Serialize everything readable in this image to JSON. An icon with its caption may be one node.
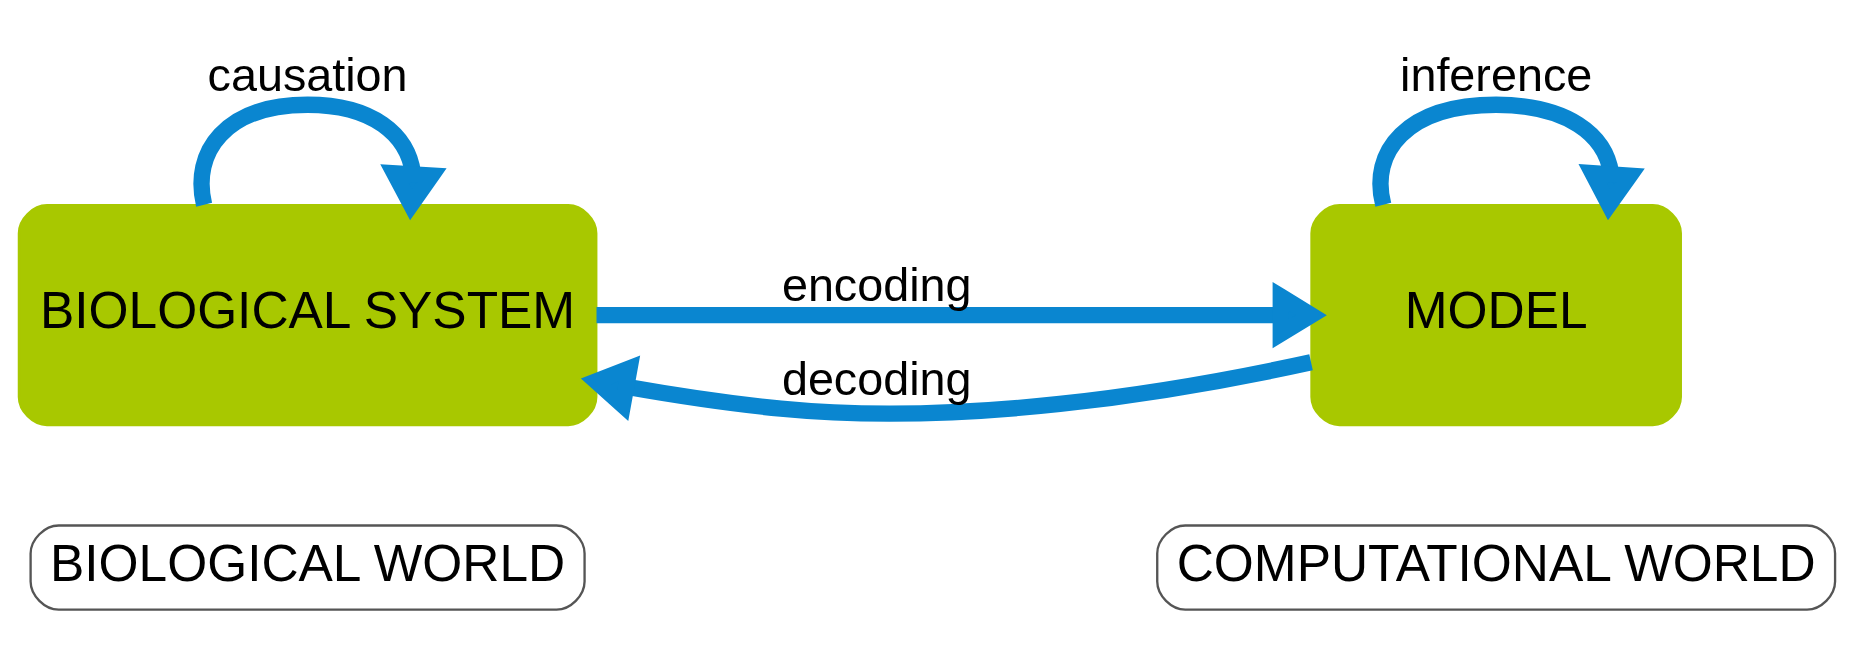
{
  "diagram": {
    "nodes": [
      {
        "text": [
          "BIOLOGICAL WORLD"
        ]
      },
      {
        "text": [
          "COMPUTATIONAL WORLD"
        ]
      },
      {
        "text": [
          "BIOLOGICAL SYSTEM"
        ]
      },
      {
        "text": [
          "MODEL"
        ]
      }
    ],
    "edges": [
      {
        "from": 3,
        "to": 2,
        "arrow": "to",
        "label": "decoding"
      },
      {
        "from": 2,
        "to": 3,
        "arrow": "to",
        "label": "encoding"
      },
      {
        "from": 2,
        "to": 2,
        "arrow": "to",
        "label": "causation"
      },
      {
        "from": 3,
        "to": 3,
        "arrow": "to",
        "label": "inference"
      }
    ]
  }
}
